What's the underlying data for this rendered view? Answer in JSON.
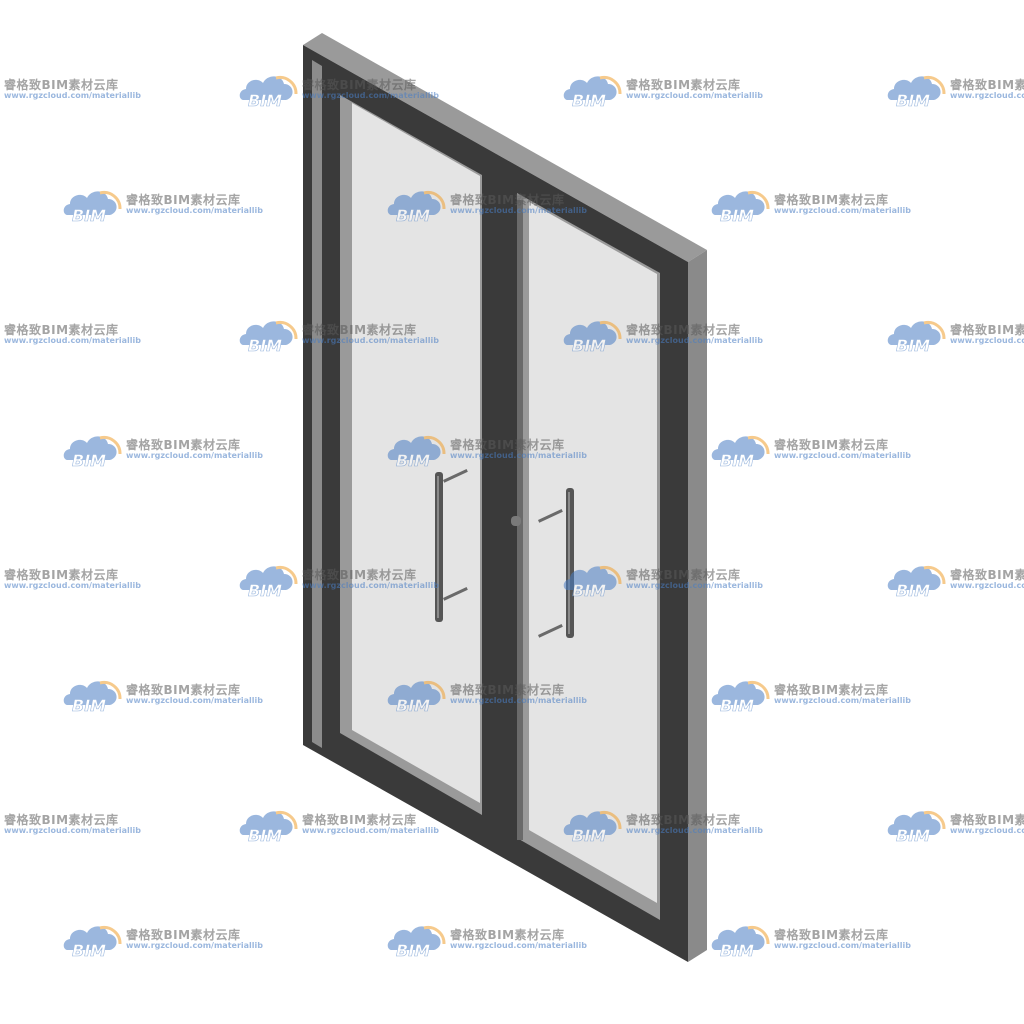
{
  "watermark": {
    "logo_text": "BIM",
    "brand": "睿格致BIM素材云库",
    "url": "www.rgzcloud.com/materiallib",
    "cloud_color": "#4a7ec4",
    "arc_color": "#f0a030"
  },
  "door": {
    "frame_color": "#3c3c3c",
    "frame_side_color": "#8c8c8c",
    "glass_color": "#e4e4e4",
    "handle_color": "#555555"
  }
}
